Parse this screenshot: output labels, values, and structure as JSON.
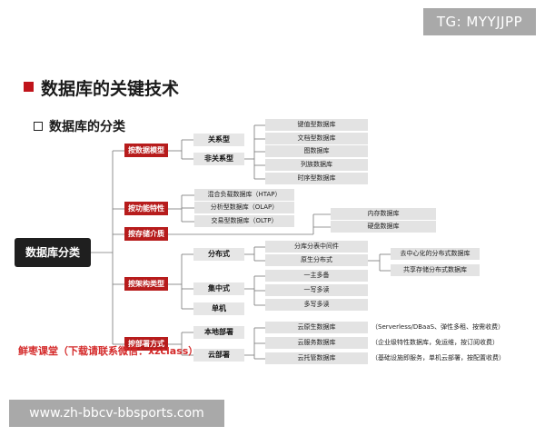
{
  "watermarks": {
    "top": "TG: MYYJJPP",
    "bottom": "www.zh-bbcv-bbsports.com"
  },
  "heading": {
    "title": "数据库的关键技术",
    "subtitle": "数据库的分类"
  },
  "root": "数据库分类",
  "categories": {
    "model": "按数据模型",
    "function": "按功能特性",
    "storage": "按存储介质",
    "architecture": "按架构类型",
    "deploy": "按部署方式"
  },
  "model": {
    "relational": "关系型",
    "nonrelational": "非关系型",
    "types": [
      "键值型数据库",
      "文档型数据库",
      "图数据库",
      "列族数据库",
      "时序型数据库"
    ]
  },
  "function": {
    "items": [
      "混合负载数据库（HTAP）",
      "分析型数据库（OLAP）",
      "交易型数据库（OLTP）"
    ]
  },
  "storage": {
    "items": [
      "内存数据库",
      "硬盘数据库"
    ]
  },
  "architecture": {
    "distributed": "分布式",
    "centralized": "集中式",
    "single": "单机",
    "distributed_items": [
      "分库分表中间件",
      "原生分布式"
    ],
    "native_items": [
      "去中心化的分布式数据库",
      "共享存储分布式数据库"
    ],
    "centralized_items": [
      "一主多备",
      "一写多读",
      "多写多读"
    ]
  },
  "deploy": {
    "local": "本地部署",
    "cloud": "云部署",
    "cloud_items": [
      "云原生数据库",
      "云服务数据库",
      "云托管数据库"
    ],
    "notes": [
      "（Serverless/DBaaS、弹性多租、按需收费）",
      "（企业级特性数据库，免运维，按订阅收费）",
      "（基础设施即服务，单机云部署，按配置收费）"
    ]
  },
  "promo": "鲜枣课堂（下载请联系微信：xzclass）",
  "colors": {
    "category": "#b71c1c",
    "root": "#1f1f1f",
    "accent": "#c0141b",
    "leaf": "#e3e3e3",
    "promo": "#d42a2a"
  }
}
